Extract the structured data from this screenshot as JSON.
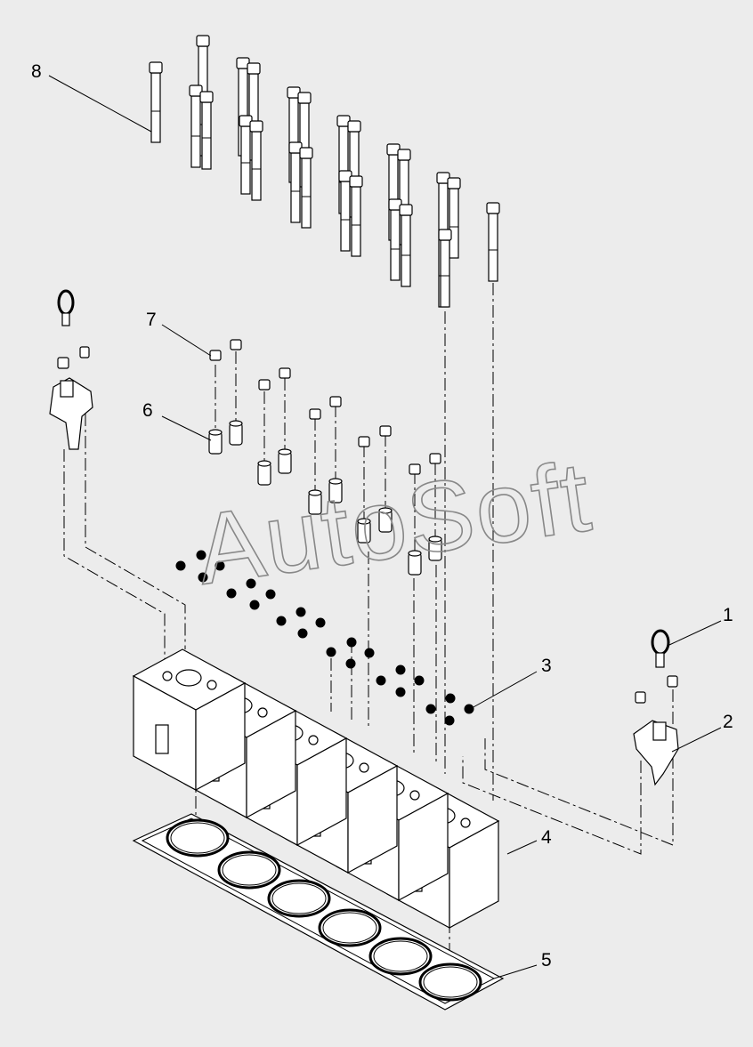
{
  "watermark": "AutoSoft",
  "callouts": [
    {
      "id": "1",
      "label": "1"
    },
    {
      "id": "2",
      "label": "2"
    },
    {
      "id": "3",
      "label": "3"
    },
    {
      "id": "4",
      "label": "4"
    },
    {
      "id": "5",
      "label": "5"
    },
    {
      "id": "6",
      "label": "6"
    },
    {
      "id": "7",
      "label": "7"
    },
    {
      "id": "8",
      "label": "8"
    }
  ],
  "colors": {
    "background": "#ececec",
    "line": "#000000",
    "watermark": "#888888"
  }
}
